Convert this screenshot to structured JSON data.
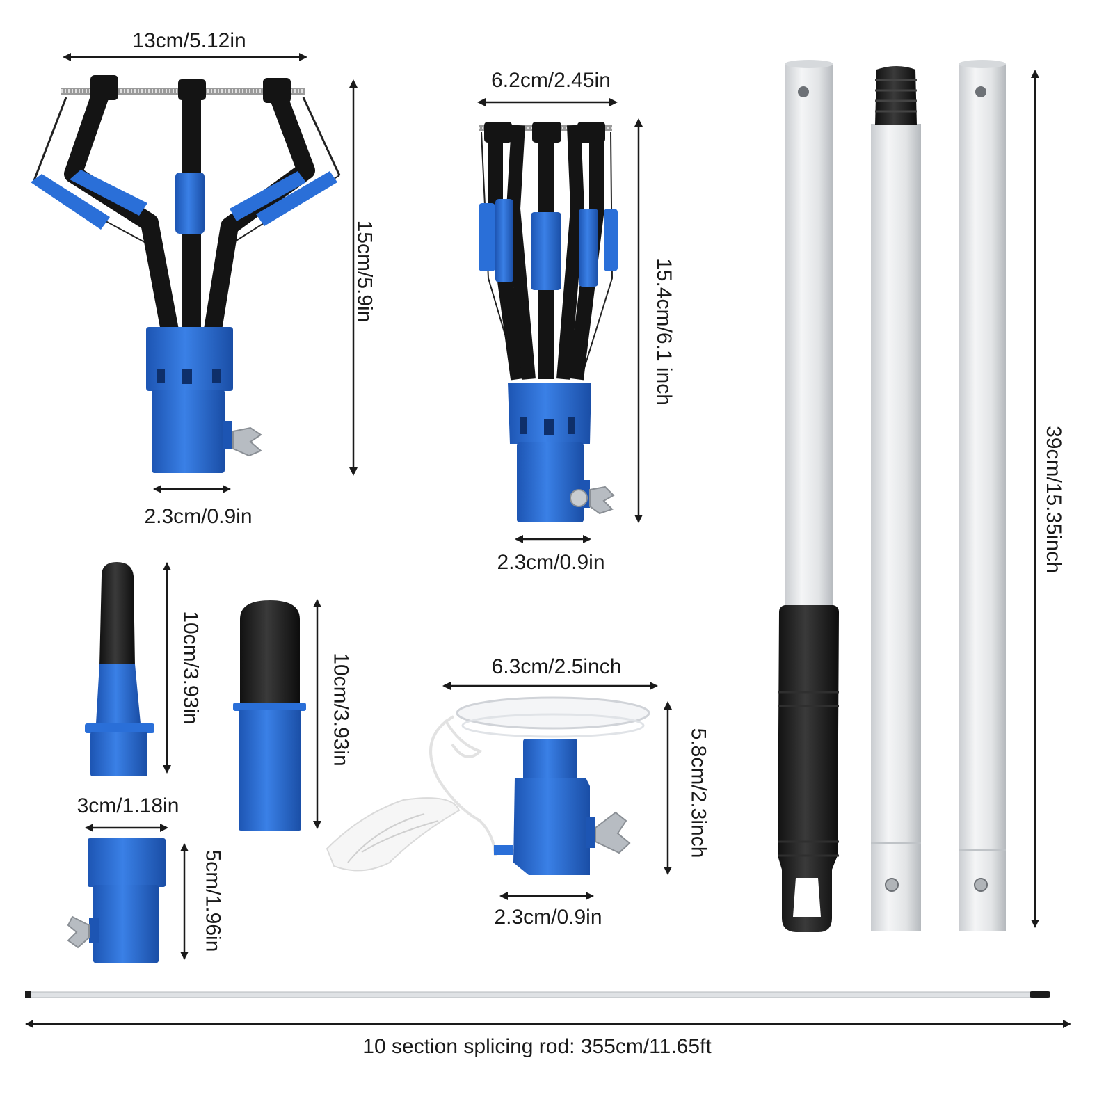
{
  "dimensions": {
    "large_bulb_changer": {
      "width": "13cm/5.12in",
      "height": "15cm/5.9in",
      "base_diameter": "2.3cm/0.9in"
    },
    "small_bulb_changer": {
      "width": "6.2cm/2.45in",
      "height": "15.4cm/6.1 inch",
      "base_diameter": "2.3cm/0.9in"
    },
    "cone_adapter": {
      "height": "10cm/3.93in"
    },
    "capped_adapter": {
      "height": "10cm/3.93in"
    },
    "coupler": {
      "width": "3cm/1.18in",
      "height": "5cm/1.96in"
    },
    "suction_cup_changer": {
      "width": "6.3cm/2.5inch",
      "height": "5.8cm/2.3inch",
      "base_diameter": "2.3cm/0.9in"
    },
    "pole_sections": {
      "length": "39cm/15.35inch"
    },
    "splicing_rod": {
      "caption": "10 section splicing rod: 355cm/11.65ft"
    }
  },
  "colors": {
    "blue_plastic": "#2a6fd8",
    "blue_dark": "#1d55b3",
    "black": "#1c1c1c",
    "aluminum": "#e6e8ea",
    "aluminum_shade": "#b9bdc1",
    "arrow": "#1a1a1a"
  },
  "icons": {
    "large_claw": "large-bulb-changer-icon",
    "small_claw": "small-bulb-changer-icon",
    "cone": "cone-adapter-icon",
    "capped": "capped-adapter-icon",
    "coupler": "coupler-adapter-icon",
    "suction": "suction-cup-changer-icon",
    "pole": "aluminum-pole-icon"
  }
}
